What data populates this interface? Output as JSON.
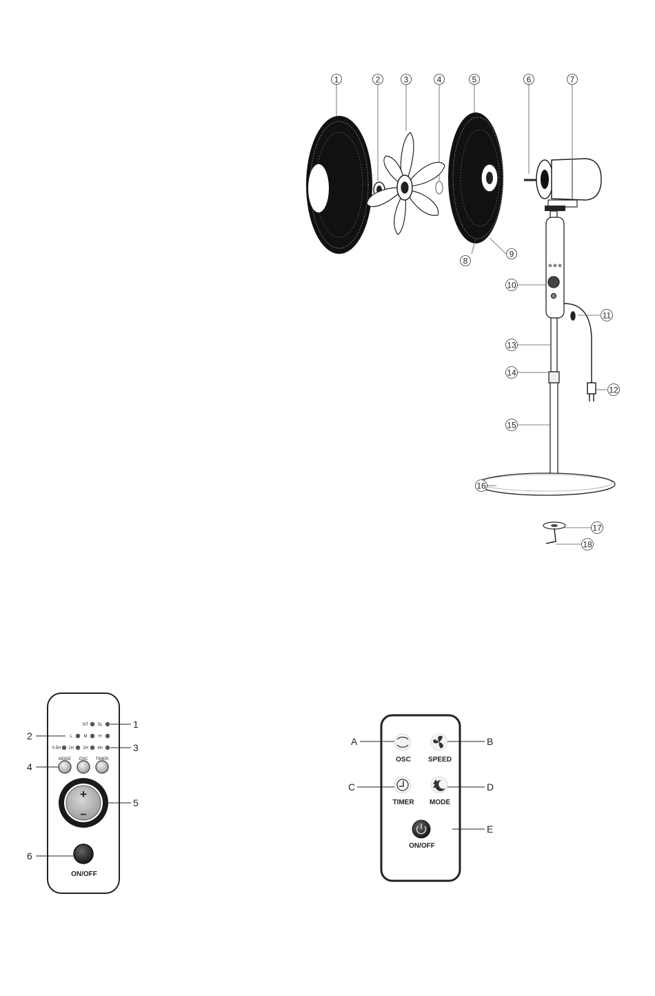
{
  "fan_callouts": [
    "1",
    "2",
    "3",
    "4",
    "5",
    "6",
    "7",
    "8",
    "9",
    "10",
    "11",
    "12",
    "13",
    "14",
    "15",
    "16",
    "17",
    "18"
  ],
  "control_panel": {
    "callouts": [
      "1",
      "2",
      "3",
      "4",
      "5",
      "6"
    ],
    "mode_leds": [
      "NT",
      "SL"
    ],
    "speed_leds": [
      "L",
      "M",
      "H"
    ],
    "timer_leds": [
      "0.5H",
      "1H",
      "2H",
      "4H"
    ],
    "buttons": [
      "MODE",
      "OSC",
      "TIMER"
    ],
    "dial_plus": "+",
    "dial_minus": "–",
    "power_label": "ON/OFF"
  },
  "remote": {
    "callouts": [
      "A",
      "B",
      "C",
      "D",
      "E"
    ],
    "osc_label": "OSC",
    "speed_label": "SPEED",
    "timer_label": "TIMER",
    "mode_label": "MODE",
    "power_label": "ON/OFF"
  },
  "colors": {
    "ink": "#222222",
    "grille": "#111111",
    "dial_ring": "#1a1a1a",
    "dial_face": "#b8b8b8",
    "button_grey": "#bdbdbd"
  }
}
